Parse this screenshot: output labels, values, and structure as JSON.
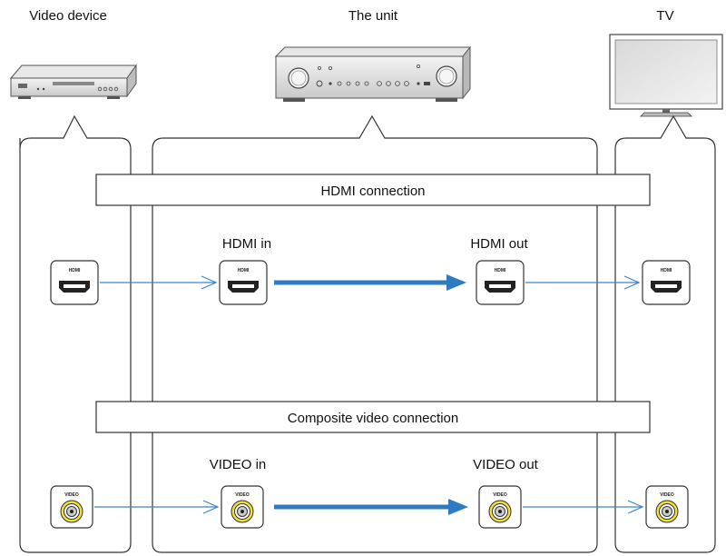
{
  "columns": {
    "video_device": "Video device",
    "the_unit": "The unit",
    "tv": "TV"
  },
  "sections": {
    "hdmi": "HDMI connection",
    "composite": "Composite video connection"
  },
  "ports": {
    "hdmi_in": "HDMI in",
    "hdmi_out": "HDMI out",
    "video_in": "VIDEO in",
    "video_out": "VIDEO out",
    "hdmi_badge": "HDMI",
    "video_badge": "VIDEO"
  },
  "colors": {
    "thin_arrow": "#3a86c8",
    "thick_arrow": "#2f7bc1",
    "outline": "#333333",
    "jack_yellow": "#f2de3a"
  }
}
